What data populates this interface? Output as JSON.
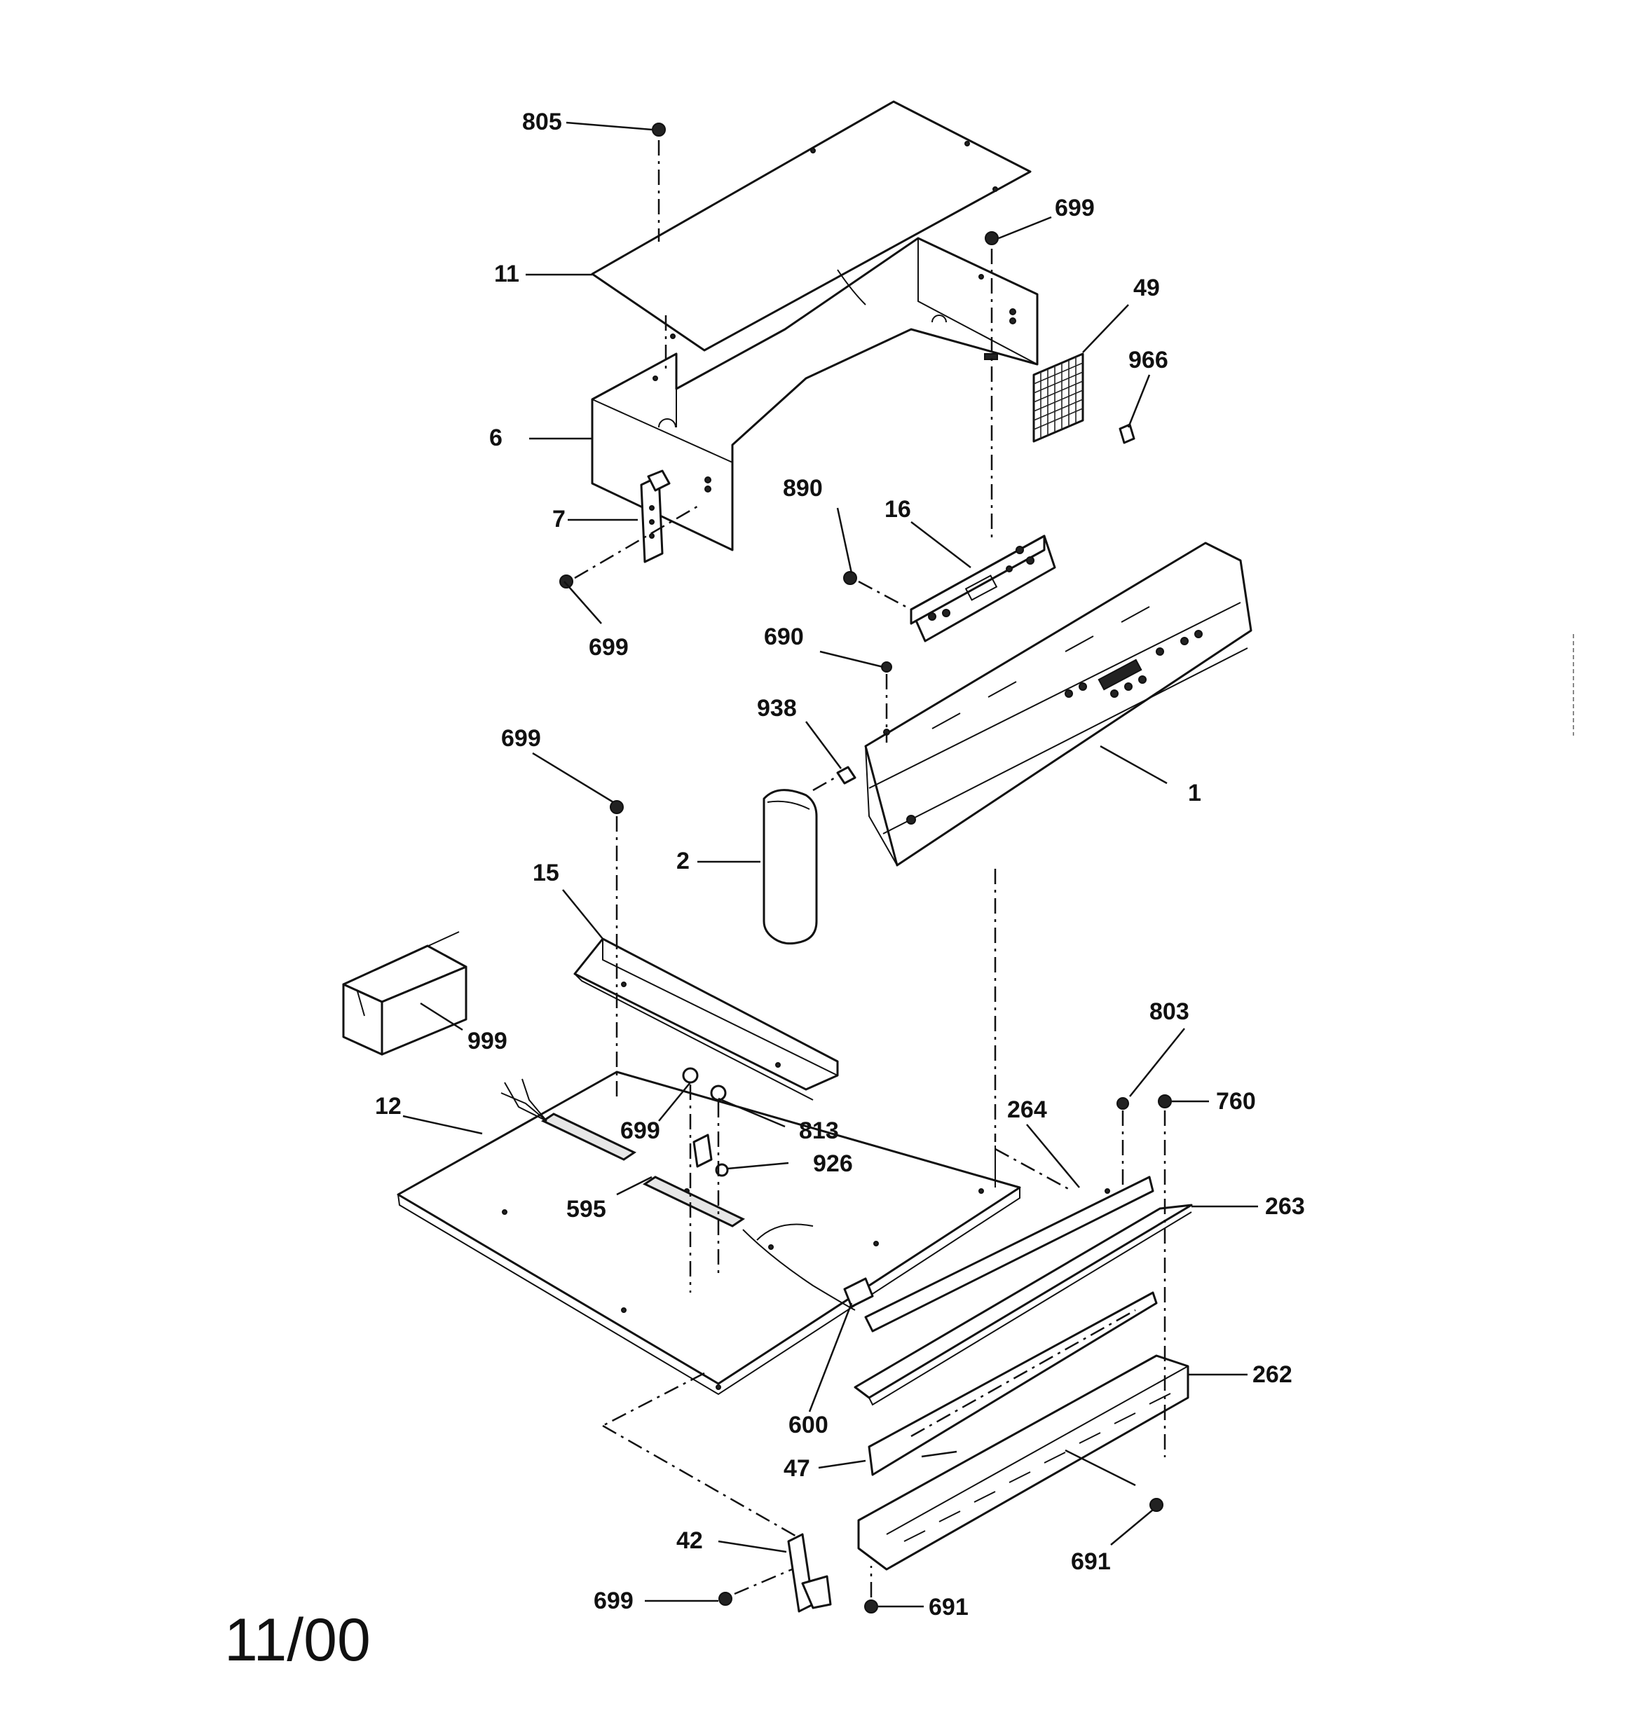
{
  "labels": {
    "l805": "805",
    "l699a": "699",
    "l11": "11",
    "l49": "49",
    "l966": "966",
    "l6": "6",
    "l890": "890",
    "l16": "16",
    "l7": "7",
    "l699b": "699",
    "l690": "690",
    "l938": "938",
    "l699c": "699",
    "l1": "1",
    "l2": "2",
    "l15": "15",
    "l999": "999",
    "l803": "803",
    "l760": "760",
    "l12": "12",
    "l264": "264",
    "l699d": "699",
    "l813": "813",
    "l926": "926",
    "l263": "263",
    "l595": "595",
    "l262": "262",
    "l600": "600",
    "l47": "47",
    "l691a": "691",
    "l42": "42",
    "l699e": "699",
    "l691b": "691"
  },
  "footer": {
    "date": "11/00"
  }
}
